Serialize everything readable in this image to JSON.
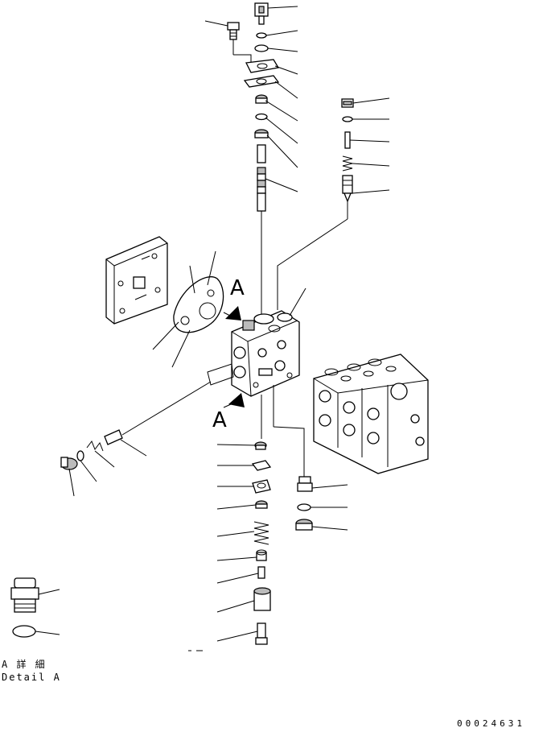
{
  "labels": {
    "view_mark_top": "A",
    "view_mark_bottom": "A",
    "detail_jp": "A 詳 細",
    "detail_en": "Detail A",
    "drawing_number": "00024631"
  }
}
